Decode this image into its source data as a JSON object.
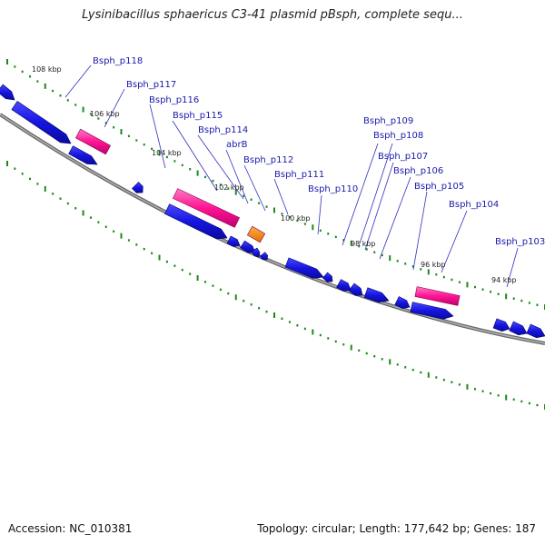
{
  "title": "Lysinibacillus sphaericus C3-41 plasmid pBsph, complete sequ...",
  "footer": {
    "accession": "Accession: NC_010381",
    "topology": "Topology: circular; Length: 177,642 bp; Genes: 187"
  },
  "colors": {
    "gene_blue": "#1515e0",
    "gene_pink": "#ff1493",
    "gene_orange": "#ff8c00",
    "tick_green": "#1a8a1a",
    "label_blue": "#1a1aaa",
    "backbone_gray": "#888888"
  },
  "scale_labels": [
    "108 kbp",
    "106 kbp",
    "104 kbp",
    "102 kbp",
    "100 kbp",
    "98 kbp",
    "96 kbp",
    "94 kbp"
  ],
  "gene_labels": [
    "Bsph_p118",
    "Bsph_p117",
    "Bsph_p116",
    "Bsph_p115",
    "Bsph_p114",
    "abrB",
    "Bsph_p112",
    "Bsph_p111",
    "Bsph_p110",
    "Bsph_p109",
    "Bsph_p108",
    "Bsph_p107",
    "Bsph_p106",
    "Bsph_p105",
    "Bsph_p104",
    "Bsph_p103"
  ]
}
